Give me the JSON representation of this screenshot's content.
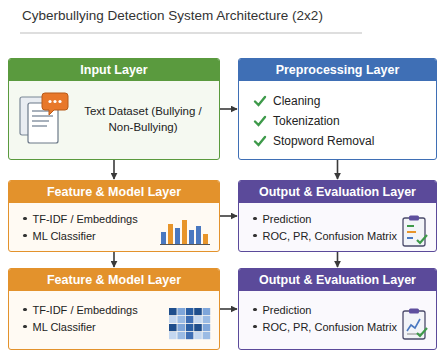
{
  "diagram": {
    "title": "Cyberbullying Detection System Architecture (2x2)",
    "nodes": [
      {
        "text": [
          "Input Layer",
          "Text Dataset (Bullying / Non-Bullying)"
        ]
      },
      {
        "text": [
          "Preprocessing Layer",
          "Cleaning",
          "Tokenization",
          "Stopword Removal"
        ]
      },
      {
        "text": [
          "Feature & Model Layer",
          "TF-IDF / Embeddings",
          "ML Classifier"
        ]
      },
      {
        "text": [
          "Output & Evaluation Layer",
          "Prediction",
          "ROC, PR, Confusion Matrix"
        ]
      },
      {
        "text": [
          "Feature & Model Layer",
          "TF-IDF / Embeddings",
          "ML Classifier"
        ]
      },
      {
        "text": [
          "Output & Evaluation Layer",
          "Prediction",
          "ROC, PR, Confusion Matrix"
        ]
      }
    ],
    "edges": [
      {
        "from": 0,
        "to": 1,
        "arrow": "to"
      },
      {
        "from": 0,
        "to": 2,
        "arrow": "to"
      },
      {
        "from": 1,
        "to": 3,
        "arrow": "to"
      },
      {
        "from": 2,
        "to": 3,
        "arrow": "to"
      },
      {
        "from": 2,
        "to": 4,
        "arrow": "to"
      },
      {
        "from": 3,
        "to": 5,
        "arrow": "to"
      },
      {
        "from": 4,
        "to": 5,
        "arrow": "to"
      }
    ]
  }
}
